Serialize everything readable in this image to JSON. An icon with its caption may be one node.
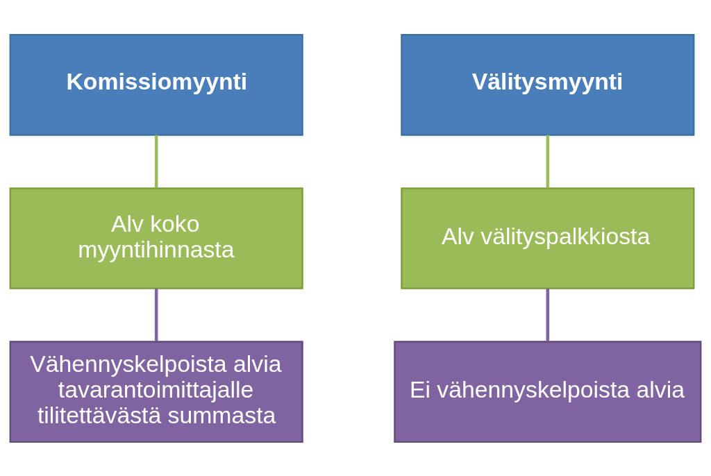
{
  "diagram": {
    "nodes": [
      {
        "text": [
          "Komissiomyynti"
        ]
      },
      {
        "text": [
          "Välitysmyynti"
        ]
      },
      {
        "text": [
          "Alv koko myyntihinnasta"
        ]
      },
      {
        "text": [
          "Alv välityspalkkiosta"
        ]
      },
      {
        "text": [
          "Vähennyskelpoista alvia tavarantoimittajalle tilitettävästä summasta"
        ]
      },
      {
        "text": [
          "Ei vähennyskelpoista alvia"
        ]
      }
    ],
    "edges": [
      {
        "from": 0,
        "to": 2,
        "arrow": "none",
        "color": "#9bbb59"
      },
      {
        "from": 2,
        "to": 4,
        "arrow": "none",
        "color": "#8064a2"
      },
      {
        "from": 1,
        "to": 3,
        "arrow": "none",
        "color": "#9bbb59"
      },
      {
        "from": 3,
        "to": 5,
        "arrow": "none",
        "color": "#8064a2"
      }
    ]
  }
}
